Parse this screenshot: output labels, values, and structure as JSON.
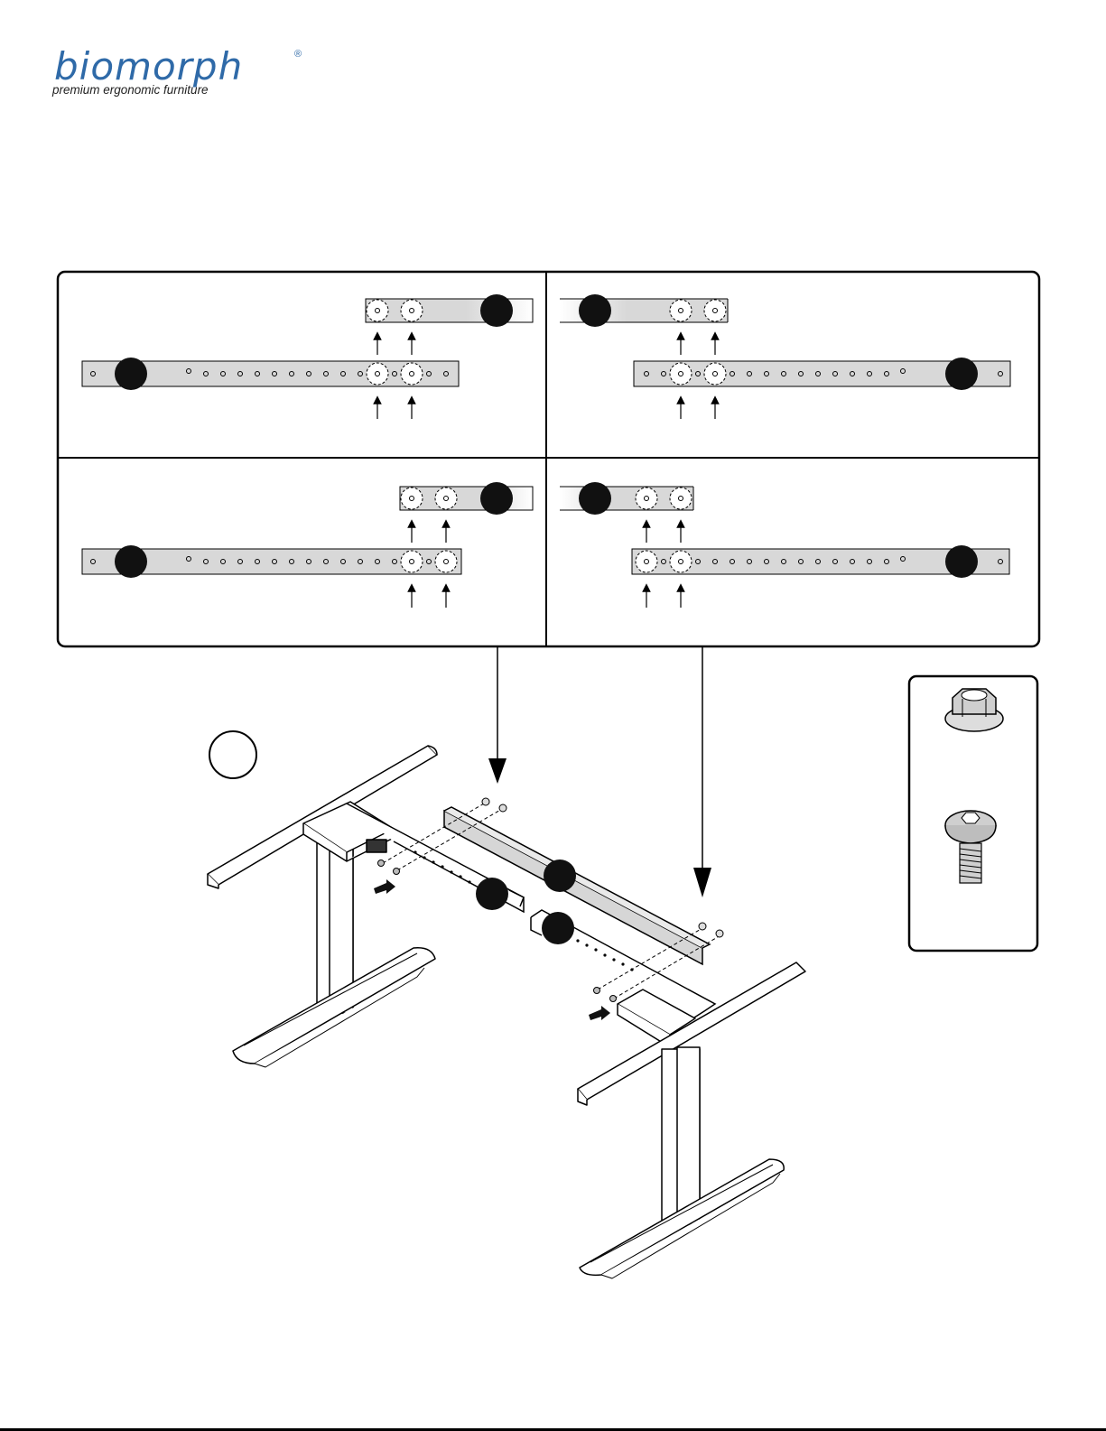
{
  "brand": {
    "name": "biomorph",
    "registered": "®",
    "tagline": "premium ergonomic furniture",
    "color": "#2f6aa8"
  },
  "detail_panel": {
    "quadrants": [
      {
        "id": "top-left",
        "mount": "upper holes",
        "orientation": "beam end right"
      },
      {
        "id": "top-right",
        "mount": "upper holes",
        "orientation": "beam end left"
      },
      {
        "id": "bottom-left",
        "mount": "end holes",
        "orientation": "beam end right"
      },
      {
        "id": "bottom-right",
        "mount": "end holes",
        "orientation": "beam end left"
      }
    ]
  },
  "hardware": [
    {
      "icon": "flange-nut-icon"
    },
    {
      "icon": "hex-socket-bolt-icon"
    }
  ],
  "colors": {
    "part_fill": "#d8d8d8",
    "callout": "#111111",
    "line": "#000000"
  }
}
